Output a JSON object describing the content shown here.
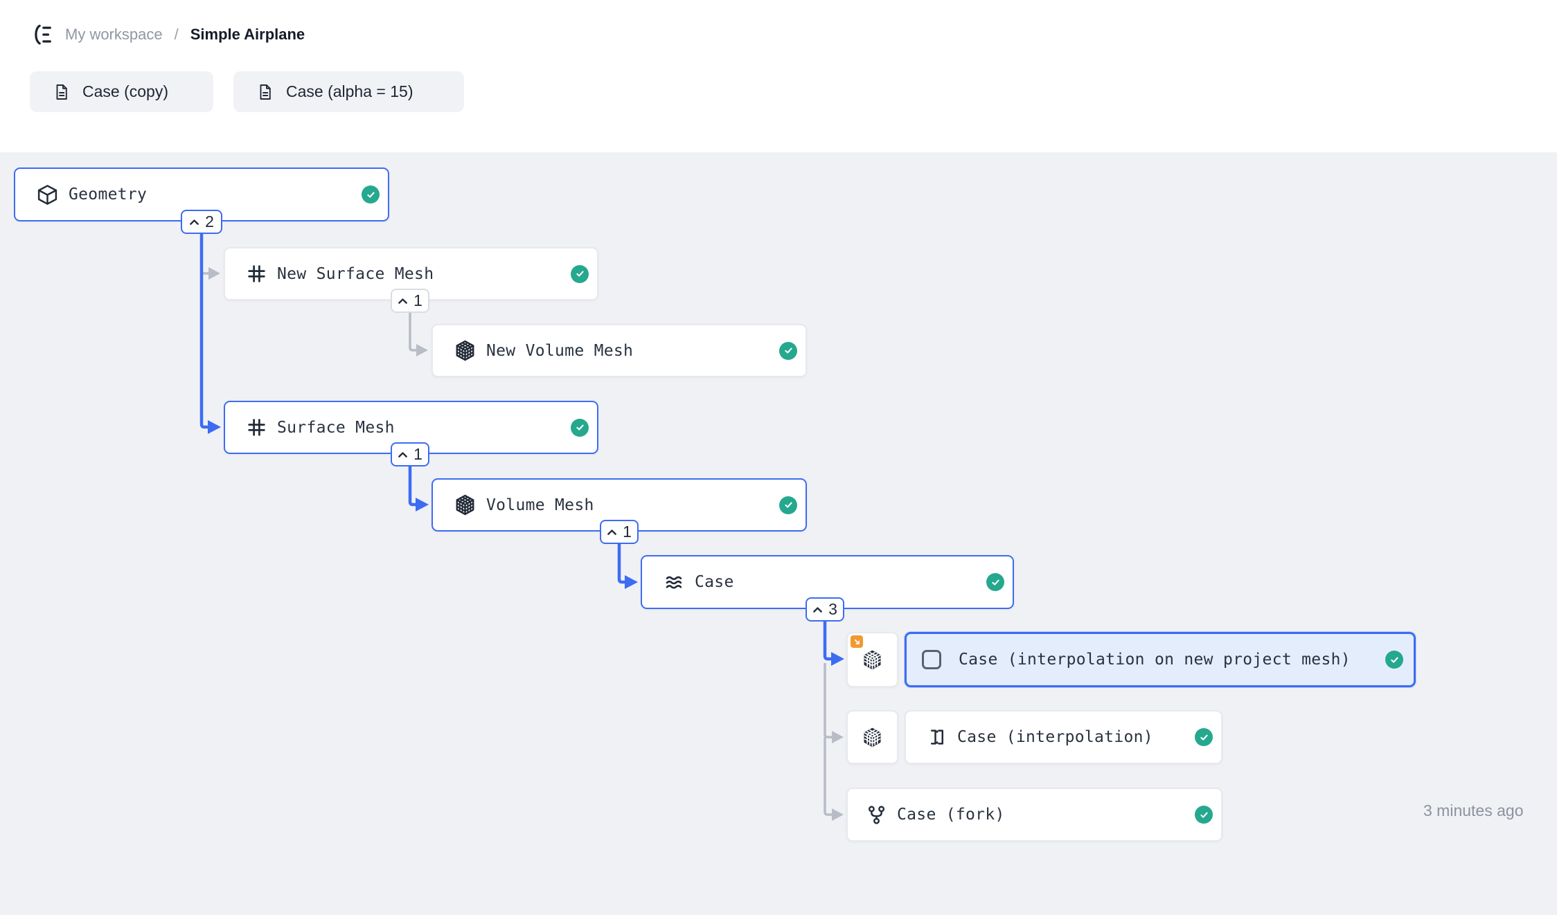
{
  "app": {
    "breadcrumb": {
      "workspace_label": "My workspace",
      "separator": "/",
      "project_title": "Simple Airplane"
    }
  },
  "toolbar": {
    "chips": [
      {
        "label": "Case (copy)"
      },
      {
        "label": "Case (alpha = 15)"
      }
    ]
  },
  "flow": {
    "nodes": [
      {
        "label": "Geometry",
        "icon": "cube-outline-icon",
        "status": "completed"
      },
      {
        "label": "New Surface Mesh",
        "icon": "surface-mesh-grid-icon",
        "status": "completed"
      },
      {
        "label": "New Volume Mesh",
        "icon": "volume-mesh-cube-icon",
        "status": "completed"
      },
      {
        "label": "Surface Mesh",
        "icon": "surface-mesh-grid-icon",
        "status": "completed"
      },
      {
        "label": "Volume Mesh",
        "icon": "volume-mesh-cube-icon",
        "status": "completed"
      },
      {
        "label": "Case",
        "icon": "waves-icon",
        "status": "completed"
      },
      {
        "label": "Case (interpolation on new project mesh)",
        "icon": "checkbox",
        "status": "completed",
        "selected": true,
        "timestamp": "3 minutes ago"
      },
      {
        "label": "Case (interpolation)",
        "icon": "interpolation-icon",
        "status": "completed"
      },
      {
        "label": "Case (fork)",
        "icon": "fork-icon",
        "status": "completed"
      }
    ],
    "collapse_badges": [
      {
        "count": "2"
      },
      {
        "count": "1"
      },
      {
        "count": "1"
      },
      {
        "count": "1"
      },
      {
        "count": "3"
      }
    ]
  },
  "colors": {
    "accent_blue": "#3d6cf2",
    "connector_gray": "#b8bcc6",
    "status_green": "#25a88e",
    "badge_orange": "#f2992e",
    "canvas_bg": "#f0f1f5",
    "selected_node_bg": "#e4edfc"
  }
}
